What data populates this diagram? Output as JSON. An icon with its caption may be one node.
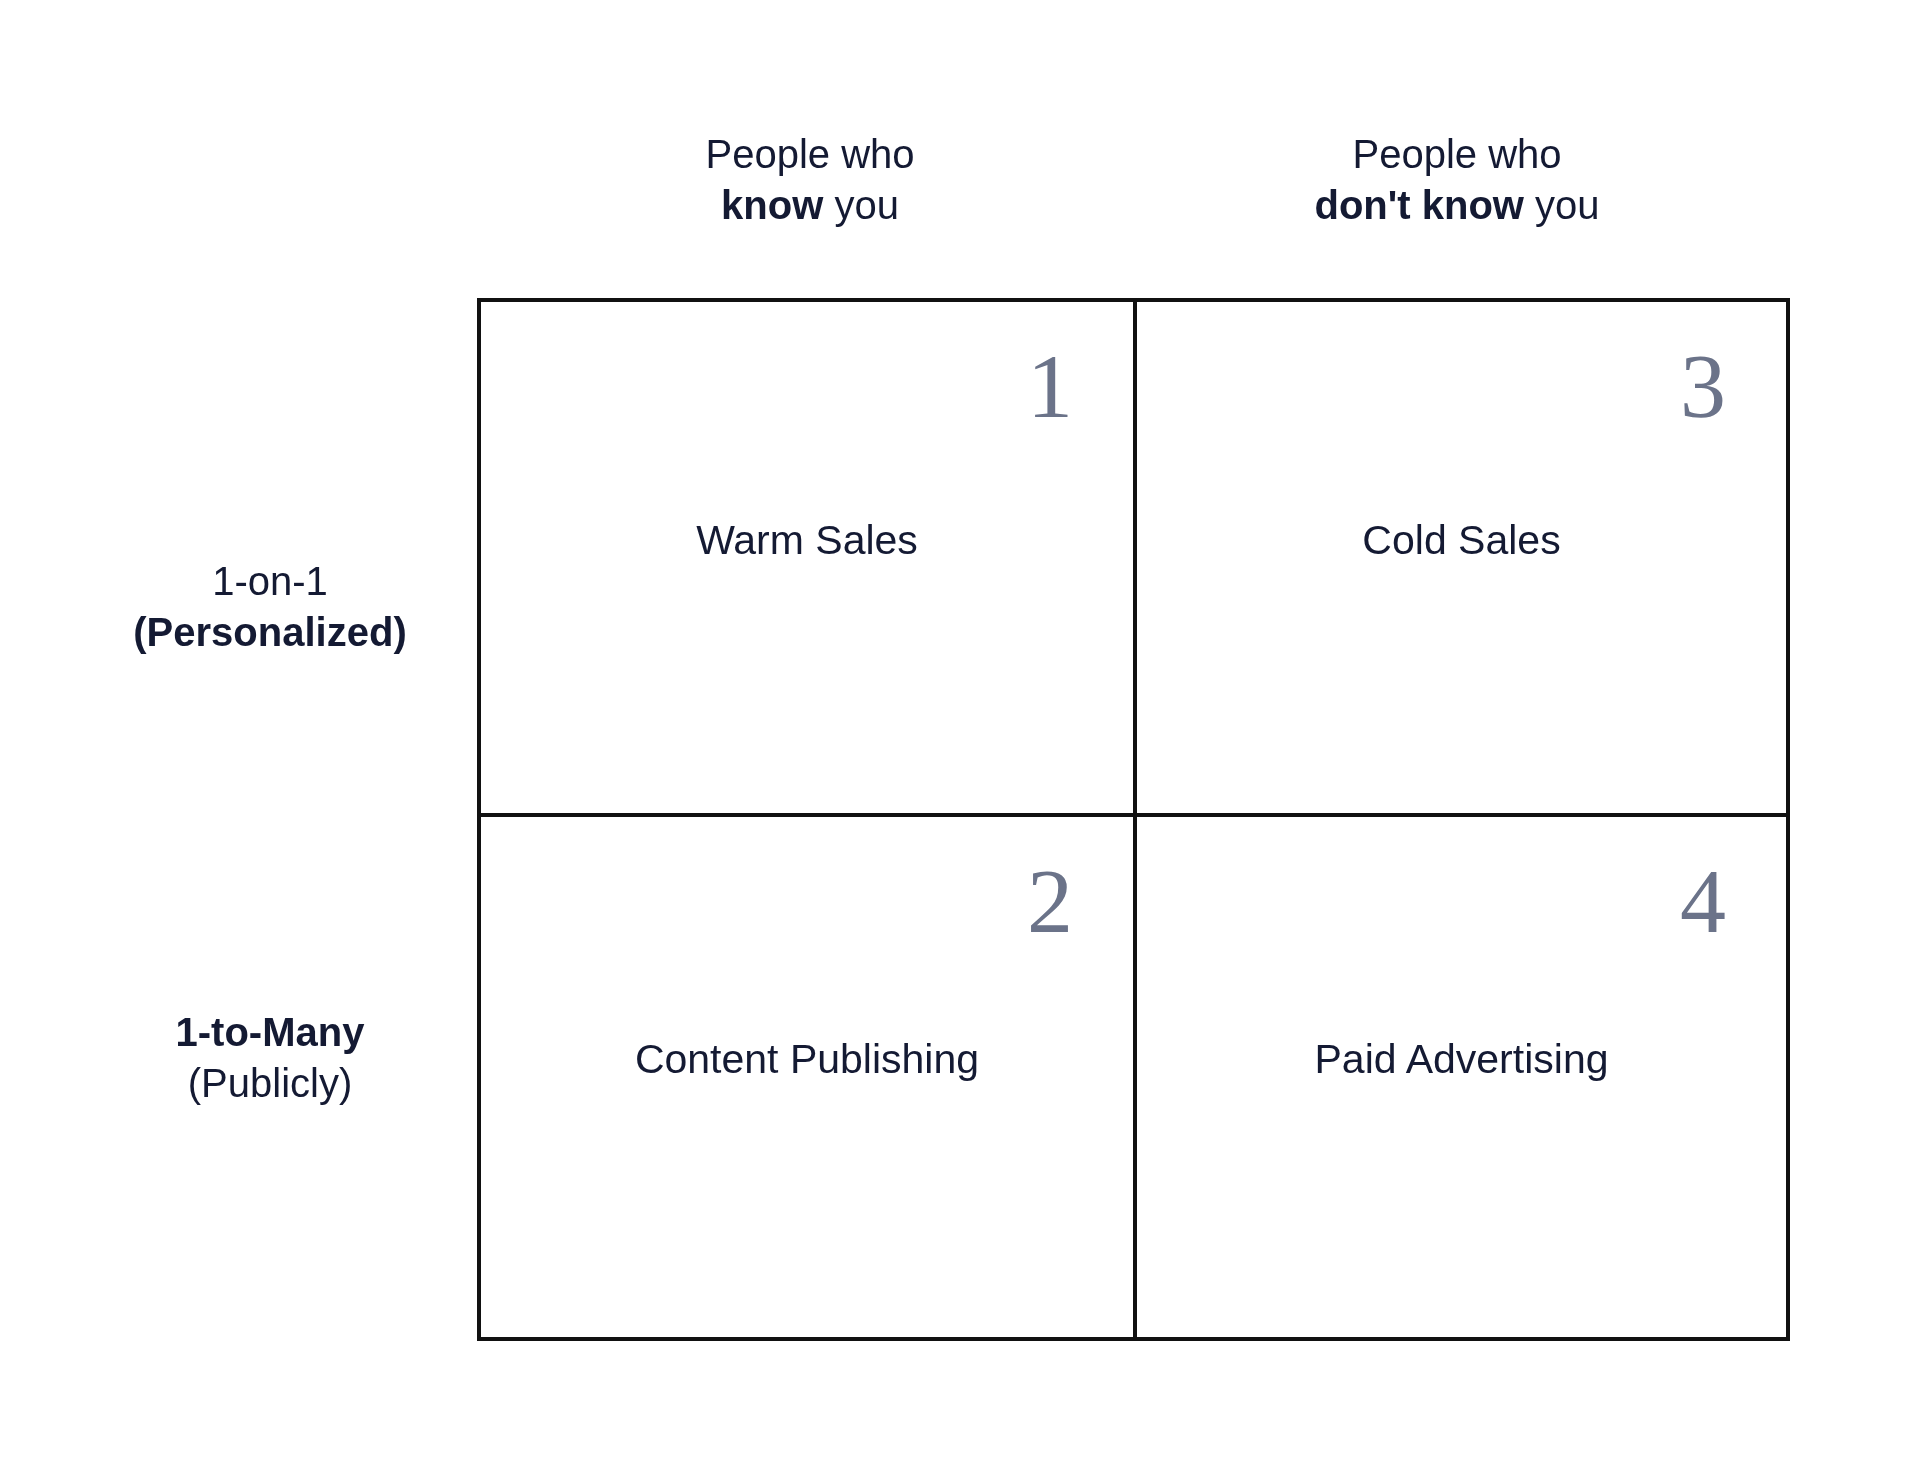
{
  "diagram": {
    "nodes": [
      {
        "text": [
          "1",
          "Warm Sales"
        ]
      },
      {
        "text": [
          "3",
          "Cold Sales"
        ]
      },
      {
        "text": [
          "2",
          "Content Publishing"
        ]
      },
      {
        "text": [
          "4",
          "Paid Advertising"
        ]
      }
    ],
    "labels": [
      "People who **know** you",
      "People who **don't know** you",
      "1-on-1 **(Personalized)**",
      "**1-to-Many** (Publicly)"
    ]
  }
}
